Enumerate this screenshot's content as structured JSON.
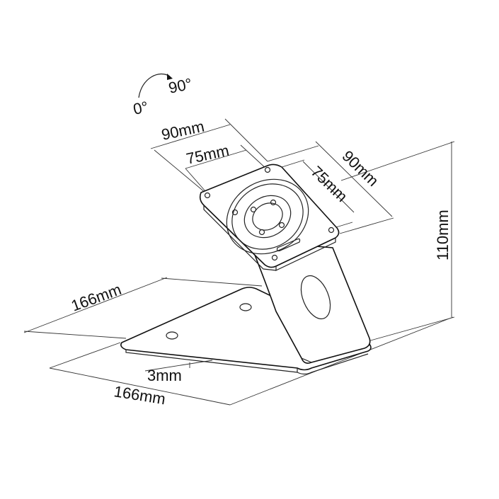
{
  "rotation": {
    "start_label": "0°",
    "end_label": "90°"
  },
  "dimensions": {
    "plate_outer_top": "90mm",
    "plate_inner_top": "75mm",
    "plate_outer_side": "90mm",
    "plate_inner_side": "75mm",
    "height": "110mm",
    "base_depth": "166mm",
    "base_width": "166mm",
    "thickness": "3mm"
  }
}
